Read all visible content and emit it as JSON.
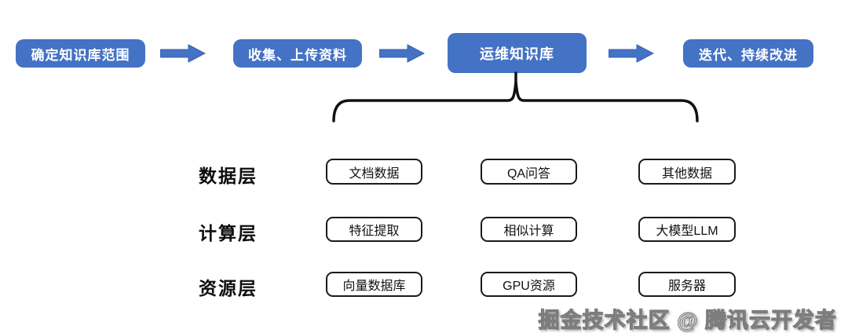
{
  "flow": {
    "steps": [
      {
        "label": "确定知识库范围"
      },
      {
        "label": "收集、上传资料"
      },
      {
        "label": "运维知识库"
      },
      {
        "label": "迭代、持续改进"
      }
    ]
  },
  "layers": {
    "rows": [
      {
        "label": "数据层",
        "boxes": [
          "文档数据",
          "QA问答",
          "其他数据"
        ]
      },
      {
        "label": "计算层",
        "boxes": [
          "特征提取",
          "相似计算",
          "大模型LLM"
        ]
      },
      {
        "label": "资源层",
        "boxes": [
          "向量数据库",
          "GPU资源",
          "服务器"
        ]
      }
    ]
  },
  "watermark": "掘金技术社区 @ 腾讯云开发者",
  "colors": {
    "accent_blue": "#4472C4",
    "arrow_edge": "#3863b0",
    "line_black": "#111111"
  }
}
